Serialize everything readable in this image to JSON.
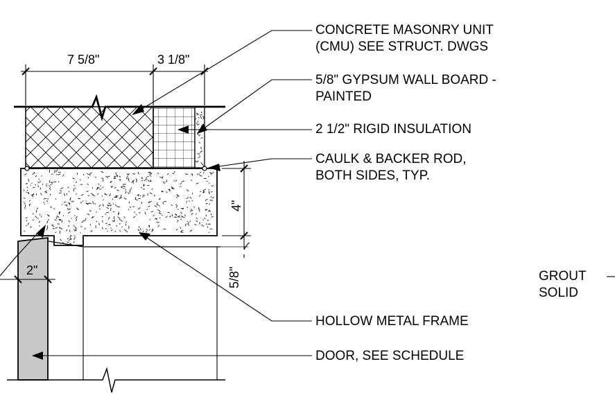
{
  "callouts": {
    "cmu_line1": "CONCRETE MASONRY UNIT",
    "cmu_line2": "(CMU) SEE STRUCT. DWGS",
    "gypsum_line1": "5/8\" GYPSUM WALL BOARD -",
    "gypsum_line2": "PAINTED",
    "insulation": "2 1/2\" RIGID INSULATION",
    "caulk_line1": "CAULK & BACKER ROD,",
    "caulk_line2": "BOTH SIDES, TYP.",
    "frame": "HOLLOW METAL FRAME",
    "door": "DOOR, SEE SCHEDULE",
    "grout_line1": "GROUT",
    "grout_line2": "SOLID"
  },
  "dimensions": {
    "cmu_width": "7 5/8\"",
    "insulation_width": "3 1/8\"",
    "lintel_height": "4\"",
    "door_thickness": "2\"",
    "frame_gap": "5/8\""
  },
  "colors": {
    "line": "#000000",
    "door_fill": "#c8c8c8"
  }
}
